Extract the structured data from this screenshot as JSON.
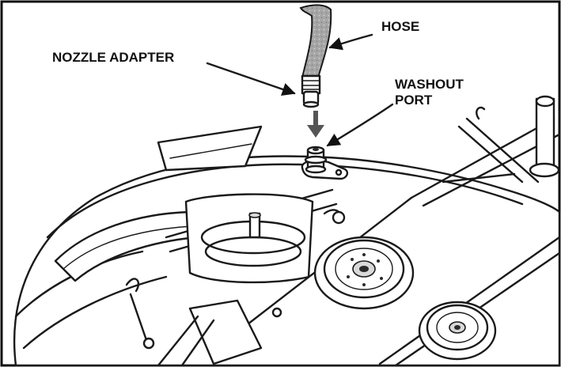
{
  "labels": {
    "hose": "HOSE",
    "nozzle_adapter": "NOZZLE ADAPTER",
    "washout_port_line1": "WASHOUT",
    "washout_port_line2": "PORT"
  },
  "colors": {
    "line": "#1a1a1a",
    "hose_fill": "#a9a9a9",
    "arrow": "#555555",
    "background": "#ffffff"
  }
}
